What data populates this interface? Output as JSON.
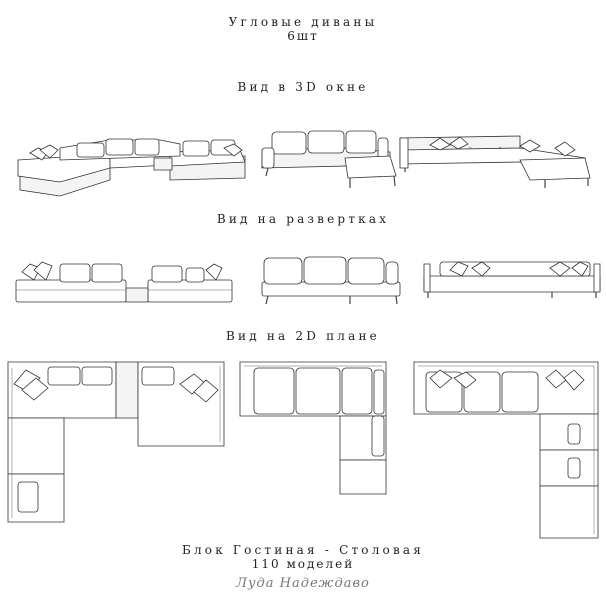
{
  "header": {
    "title": "Угловые диваны",
    "count": "6шт"
  },
  "sections": {
    "view_3d": "Вид в 3D окне",
    "view_elevation": "Вид на развертках",
    "view_plan": "Вид на 2D плане"
  },
  "footer": {
    "block": "Блок Гостиная - Столовая",
    "models": "110 моделей",
    "signature": "Луда Надеждаво"
  }
}
